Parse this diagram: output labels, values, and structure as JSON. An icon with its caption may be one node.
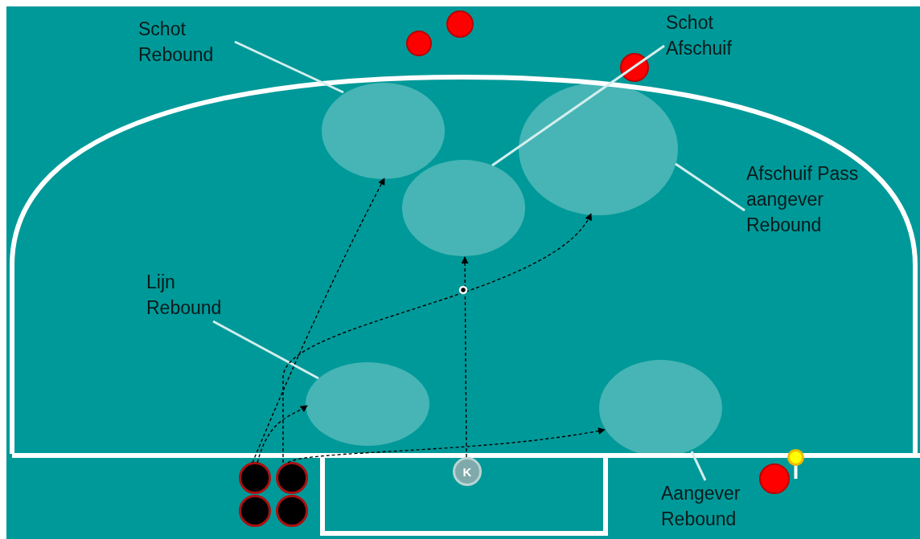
{
  "diagram": {
    "nodes": [
      {
        "text": [
          "Schot Rebound"
        ]
      },
      {
        "text": [],
        "shape": "ellipse"
      },
      {
        "text": [],
        "shape": "circle"
      },
      {
        "text": [],
        "shape": "circle"
      },
      {
        "text": [
          "Schot Afschuif"
        ]
      },
      {
        "text": [],
        "shape": "circle"
      },
      {
        "text": [],
        "shape": "ellipse"
      },
      {
        "text": [],
        "shape": "ellipse"
      },
      {
        "text": [
          "Afschuif Pass aangever Rebound"
        ]
      },
      {
        "text": [
          "Lijn Rebound"
        ]
      },
      {
        "text": [],
        "shape": "ellipse"
      },
      {
        "text": [],
        "shape": "ellipse"
      },
      {
        "text": [],
        "shape": "circle"
      },
      {
        "text": [],
        "shape": "circle"
      },
      {
        "text": [],
        "shape": "circle"
      },
      {
        "text": [],
        "shape": "circle"
      },
      {
        "text": [
          "K"
        ]
      },
      {
        "text": [],
        "shape": "circle"
      },
      {
        "text": [],
        "shape": "circle"
      },
      {
        "text": [
          "Aangever Rebound"
        ]
      }
    ],
    "edges": [
      {
        "from": 0,
        "to": 1,
        "arrow": "none",
        "color": "#d4eeee"
      },
      {
        "from": 4,
        "to": 6,
        "arrow": "none",
        "color": "#d4eeee"
      },
      {
        "from": 8,
        "to": 7,
        "arrow": "none",
        "color": "#d4eeee"
      },
      {
        "from": 9,
        "to": 10,
        "arrow": "none",
        "color": "#d4eeee"
      },
      {
        "from": 19,
        "to": 11,
        "arrow": "none",
        "color": "#d4eeee"
      },
      {
        "from": 12,
        "to": 1,
        "arrow": "to",
        "style": "dashed",
        "color": "#000000"
      },
      {
        "from": 12,
        "to": 10,
        "arrow": "to",
        "style": "dashed",
        "color": "#000000"
      },
      {
        "from": 13,
        "to": 7,
        "arrow": "to",
        "style": "dashed",
        "color": "#000000"
      },
      {
        "from": 13,
        "to": 11,
        "arrow": "to",
        "style": "dashed",
        "color": "#000000"
      },
      {
        "from": 16,
        "to": 6,
        "arrow": "to",
        "style": "dashed",
        "color": "#000000"
      }
    ]
  }
}
